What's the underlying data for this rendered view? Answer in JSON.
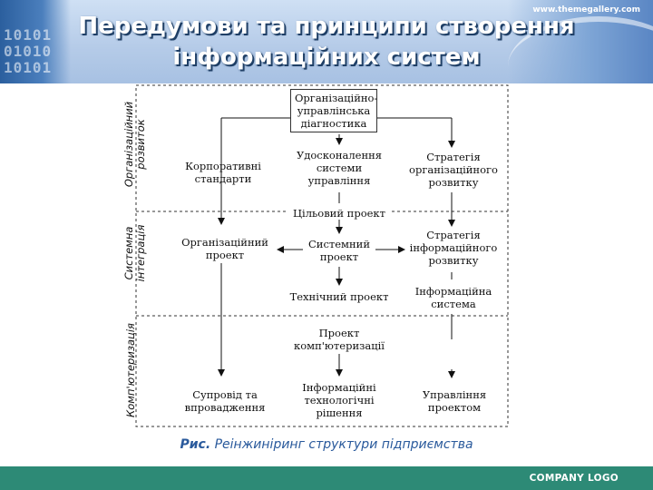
{
  "header": {
    "website": "www.themegallery.com",
    "title_line1": "Передумови та принципи створення",
    "title_line2": "інформаційних систем",
    "decor_digits": "10101\n01010\n10101"
  },
  "diagram": {
    "band_labels": {
      "band1": "Організаційний розвиток",
      "band2": "Системна інтеграція",
      "band3": "Комп'ютеризація"
    },
    "nodes": {
      "org_diagnostics": "Організаційно-\nуправлінська\nдіагностика",
      "corporate_standards": "Корпоративні\nстандарти",
      "improve_management": "Удосконалення\nсистеми\nуправління",
      "org_strategy": "Стратегія\nорганізаційного\nрозвитку",
      "target_project": "Цільовий проект",
      "org_project": "Організаційний\nпроект",
      "system_project": "Системний\nпроект",
      "info_strategy": "Стратегія\nінформаційного\nрозвитку",
      "technical_project": "Технічний проект",
      "info_system": "Інформаційна\nсистема",
      "computerization_project": "Проект\nкомп'ютеризації",
      "support": "Супровід та\nвпровадження",
      "it_solutions": "Інформаційні\nтехнологічні\nрішення",
      "project_management": "Управління\nпроектом"
    }
  },
  "caption": {
    "prefix": "Рис.",
    "text": " Реінжиніринг структури підприємства"
  },
  "footer": {
    "logo": "COMPANY LOGO"
  },
  "colors": {
    "footer_bg": "#2d8a76",
    "caption": "#2a5a9c",
    "title_shadow": "#1f3f66"
  }
}
